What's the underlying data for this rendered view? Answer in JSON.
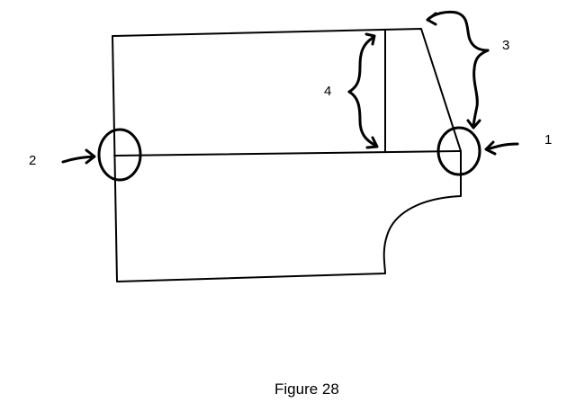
{
  "labels": {
    "one": "1",
    "two": "2",
    "three": "3",
    "four": "4"
  },
  "caption": "Figure 28",
  "colors": {
    "ink": "#000000",
    "paper": "#ffffff"
  }
}
